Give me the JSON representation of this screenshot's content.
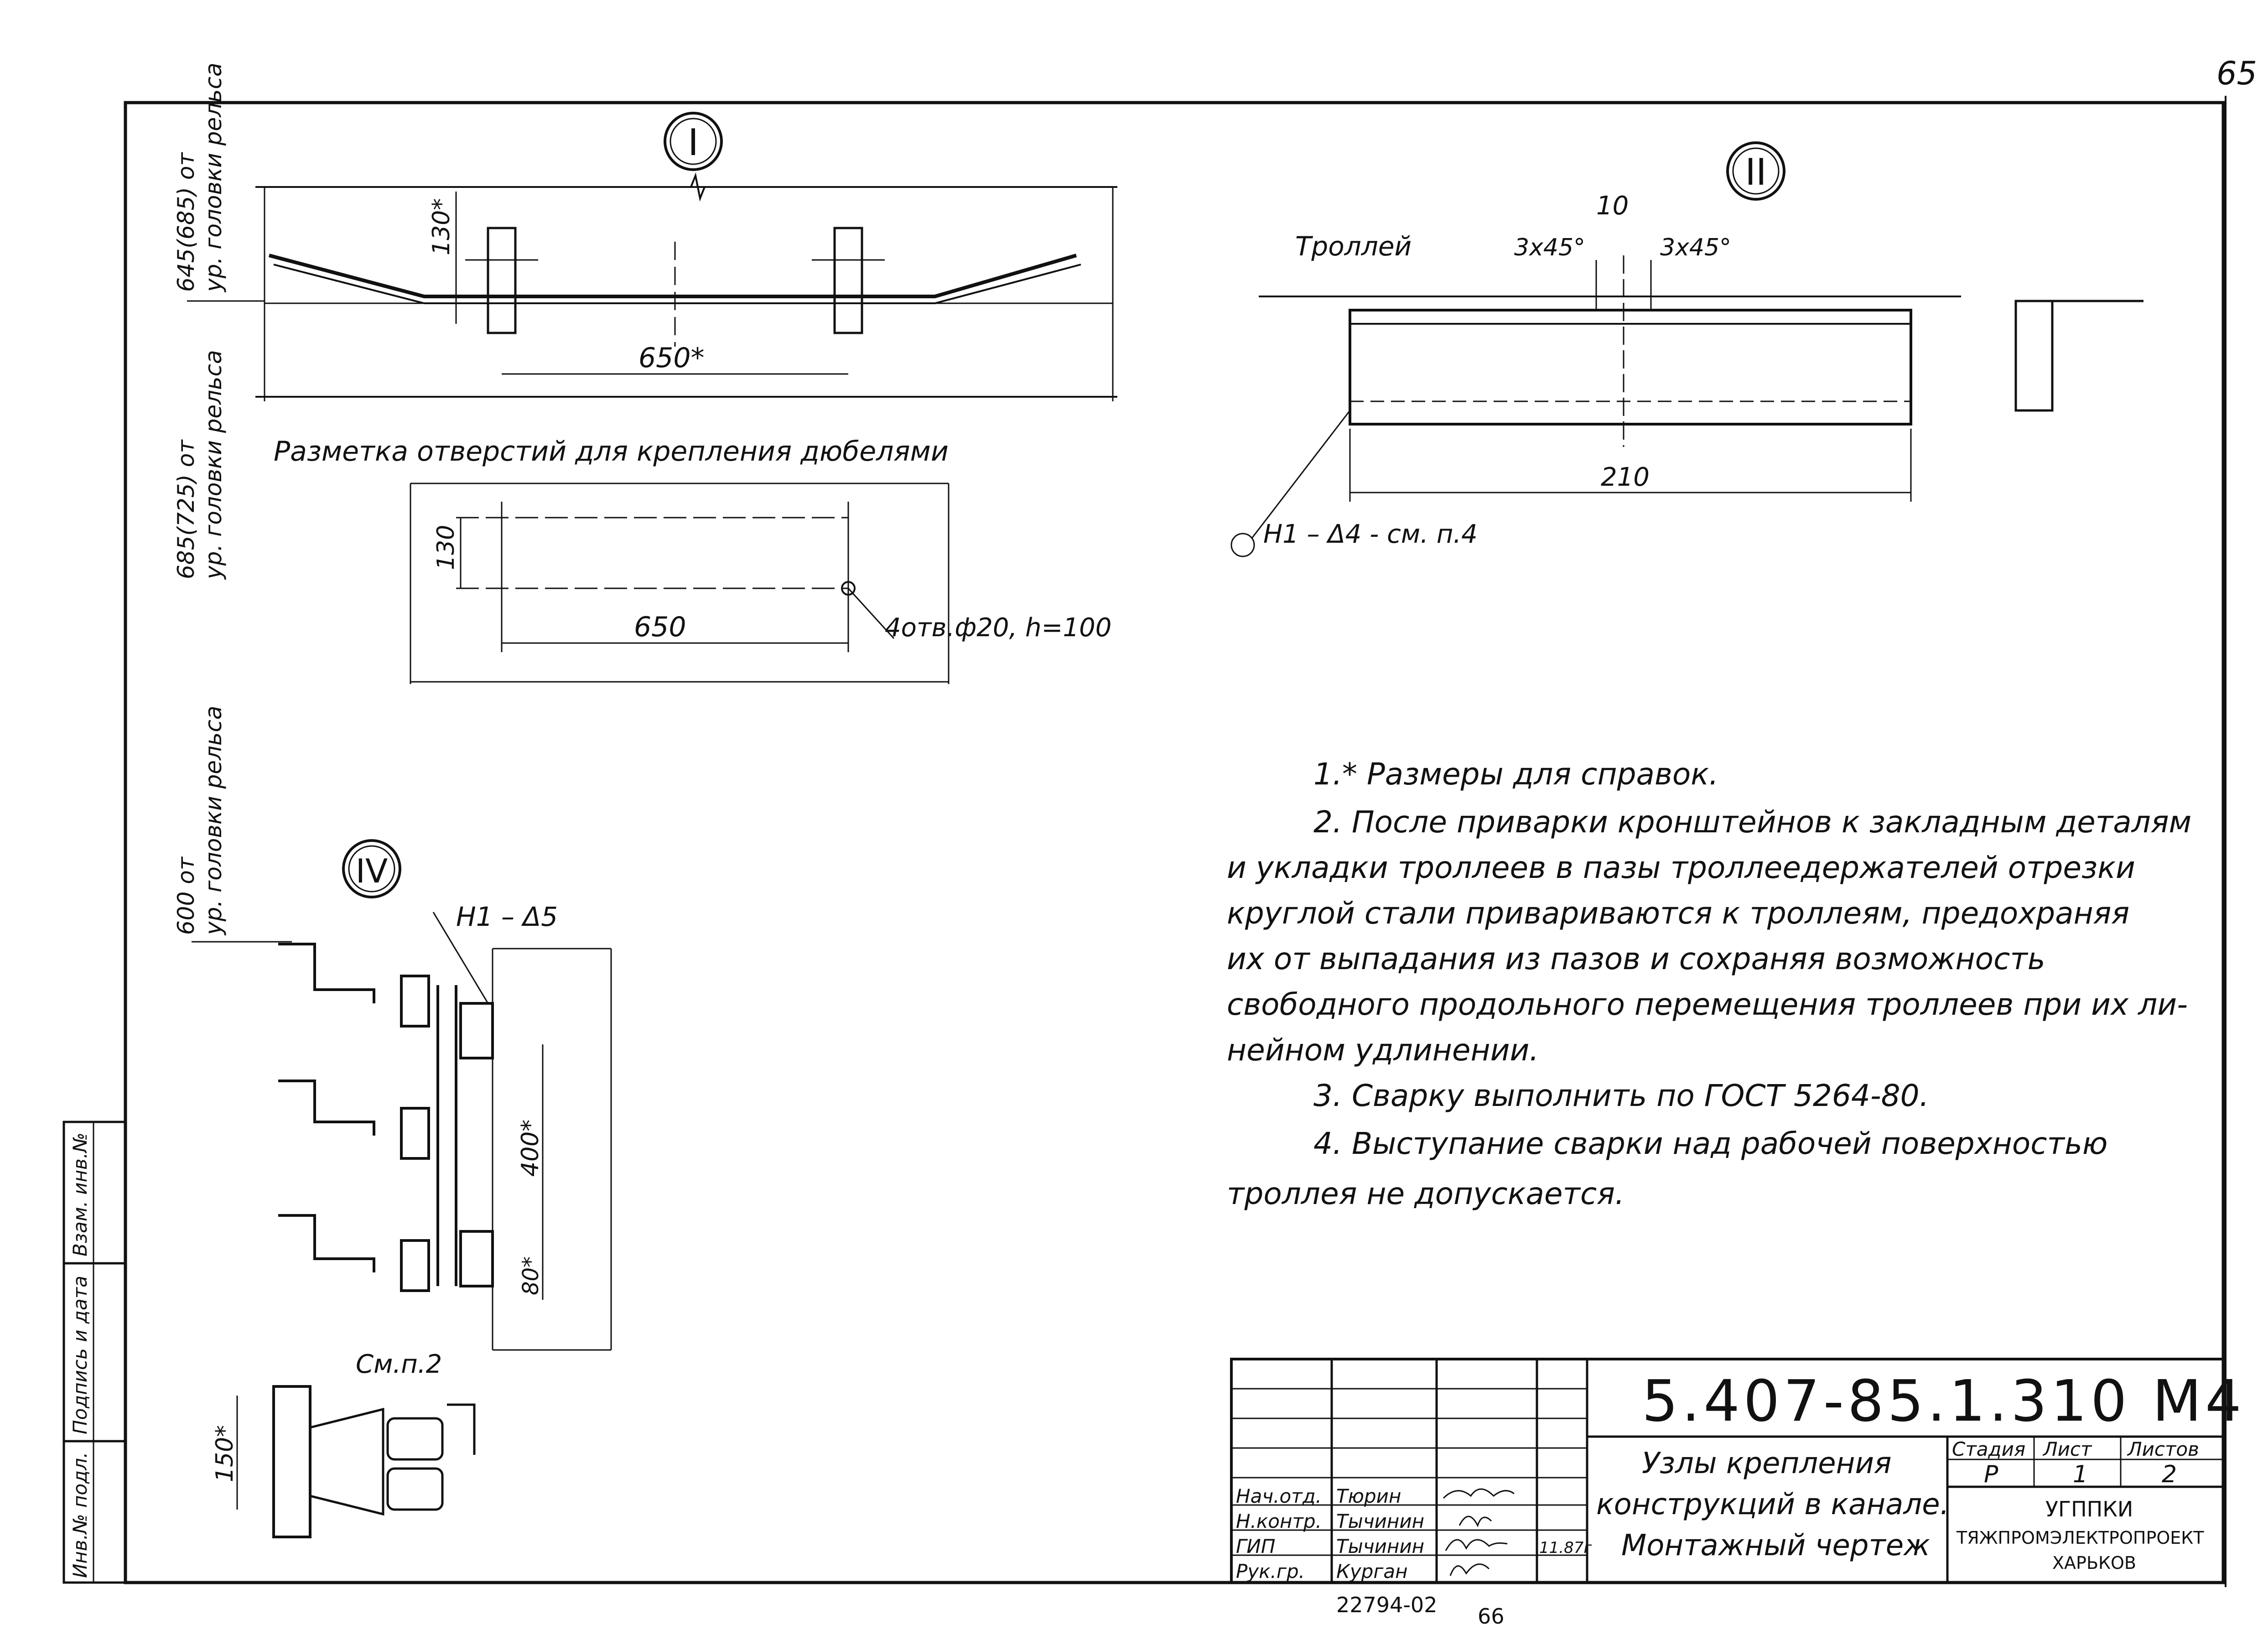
{
  "corner_mark": "65",
  "views": {
    "v1": {
      "label": "I",
      "dim_130": "130*",
      "dim_650": "650*",
      "side_top": "645(685) от",
      "side_top2": "ур. головки рельса"
    },
    "marking": {
      "title": "Разметка отверстий для крепления дюбелями",
      "dim_130": "130",
      "dim_650": "650",
      "holes": "4отв.ф20, h=100",
      "side": "685(725) от",
      "side2": "ур. головки рельса"
    },
    "v2": {
      "label": "II",
      "troll": "Троллей",
      "dim_10": "10",
      "cham_l": "3х45°",
      "cham_r": "3х45°",
      "dim_210": "210",
      "weld": "Н1 – Δ4 - см. п.4"
    },
    "v4": {
      "label": "IV",
      "side": "600 от",
      "side2": "ур. головки рельса",
      "weld": "Н1 – Δ5",
      "dim_400": "400*",
      "dim_80": "80*",
      "see": "См.п.2",
      "dim_150": "150*"
    }
  },
  "notes": [
    "1.* Размеры для справок.",
    "2. После приварки кронштейнов к закладным деталям",
    "и укладки троллеев в пазы троллеедержателей отрезки",
    "круглой стали привариваются к троллеям, предохраняя",
    "их от выпадания из пазов и сохраняя возможность",
    "свободного продольного перемещения троллеев при их ли-",
    "нейном удлинении.",
    "3. Сварку выполнить по ГОСТ 5264-80.",
    "4. Выступание сварки над рабочей поверхностью",
    "троллея не допускается."
  ],
  "stamp": {
    "code": "5.407-85.1.310 М4",
    "title1": "Узлы крепления",
    "title2": "конструкций в канале.",
    "title3": "Монтажный чертеж",
    "h_stage": "Стадия",
    "h_sheet": "Лист",
    "h_sheets": "Листов",
    "stage": "Р",
    "sheet": "1",
    "sheets": "2",
    "org1": "УГППКИ",
    "org2": "ТЯЖПРОМЭЛЕКТРОПРОЕКТ",
    "org3": "ХАРЬКОВ",
    "rows": [
      {
        "role": "Нач.отд.",
        "name": "Тюрин",
        "date": ""
      },
      {
        "role": "Н.контр.",
        "name": "Тычинин",
        "date": ""
      },
      {
        "role": "ГИП",
        "name": "Тычинин",
        "date": "11.87г"
      },
      {
        "role": "Рук.гр.",
        "name": "Курган",
        "date": ""
      }
    ],
    "archive": "22794-02",
    "page": "66"
  },
  "left_strip": [
    "Инв.№ подл.",
    "Подпись и дата",
    "Взам. инв.№"
  ]
}
